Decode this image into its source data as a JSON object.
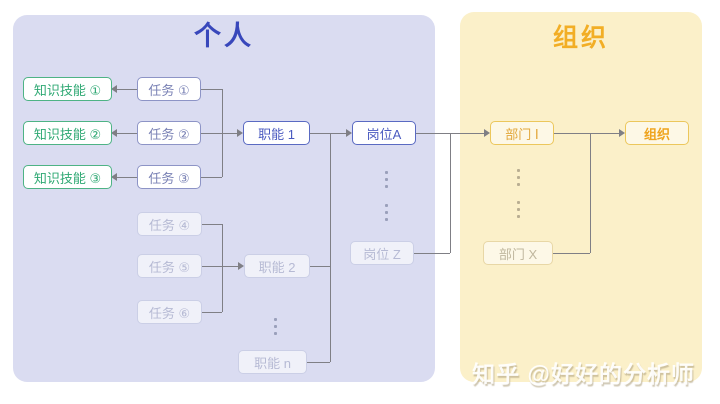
{
  "panels": {
    "personal": {
      "title": "个人"
    },
    "organization": {
      "title": "组织"
    }
  },
  "nodes": {
    "skill1": {
      "label": "知识技能 ①"
    },
    "skill2": {
      "label": "知识技能 ②"
    },
    "skill3": {
      "label": "知识技能 ③"
    },
    "task1": {
      "label": "任务 ①"
    },
    "task2": {
      "label": "任务 ②"
    },
    "task3": {
      "label": "任务 ③"
    },
    "task4": {
      "label": "任务 ④"
    },
    "task5": {
      "label": "任务 ⑤"
    },
    "task6": {
      "label": "任务 ⑥"
    },
    "func1": {
      "label": "职能 1"
    },
    "func2": {
      "label": "职能 2"
    },
    "funcn": {
      "label": "职能 n"
    },
    "posA": {
      "label": "岗位A"
    },
    "posZ": {
      "label": "岗位 Z"
    },
    "dept1": {
      "label": "部门 Ⅰ"
    },
    "deptX": {
      "label": "部门 X"
    },
    "org": {
      "label": "组织"
    }
  },
  "watermark": "知乎 @好好的分析师",
  "colors": {
    "personal_panel_bg": "#dadcf1",
    "org_panel_bg": "#fbf0c9",
    "personal_title": "#3847bb",
    "org_title": "#f2ae25",
    "skill_green": "#2ea873",
    "task_purple": "#7a82b5",
    "func_blue": "#4a5ac0",
    "dept_amber": "#e2a73b",
    "faded_purple": "#b6bad4",
    "faded_amber": "#c0b79e",
    "connector": "#7f7f85"
  }
}
